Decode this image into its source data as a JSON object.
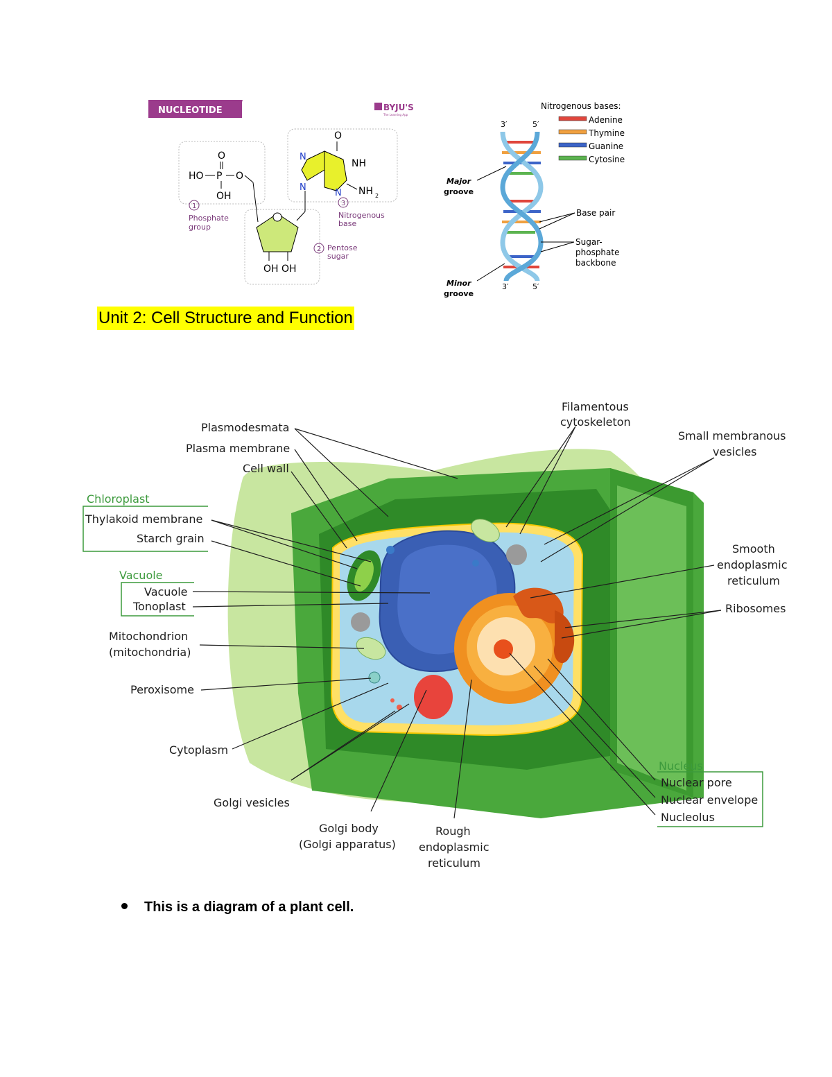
{
  "nucleotide": {
    "banner": "NUCLEOTIDE",
    "brand": "BYJU'S",
    "brand_tagline": "The Learning App",
    "phosphate_formula": {
      "o_top": "O",
      "ho": "HO",
      "p": "P",
      "o_right": "O",
      "oh": "OH"
    },
    "base_atoms": {
      "o": "O",
      "n1": "N",
      "nh": "NH",
      "n2": "N",
      "n3": "N",
      "nh2": "NH",
      "sub2": "2"
    },
    "sugar_oh": "OH  OH",
    "parts": [
      {
        "num": "1",
        "label_line1": "Phosphate",
        "label_line2": "group"
      },
      {
        "num": "2",
        "label_line1": "Pentose",
        "label_line2": "sugar"
      },
      {
        "num": "3",
        "label_line1": "Nitrogenous",
        "label_line2": "base"
      }
    ]
  },
  "dna": {
    "legend_title": "Nitrogenous bases:",
    "bases": [
      {
        "name": "Adenine",
        "color": "#e0463c"
      },
      {
        "name": "Thymine",
        "color": "#f0a040"
      },
      {
        "name": "Guanine",
        "color": "#3c64c8"
      },
      {
        "name": "Cytosine",
        "color": "#5cb450"
      }
    ],
    "end_top_left": "3′",
    "end_top_right": "5′",
    "end_bottom_left": "3′",
    "end_bottom_right": "5′",
    "major_groove_1": "Major",
    "major_groove_2": "groove",
    "minor_groove_1": "Minor",
    "minor_groove_2": "groove",
    "base_pair": "Base pair",
    "backbone_1": "Sugar-",
    "backbone_2": "phosphate",
    "backbone_3": "backbone"
  },
  "heading": "Unit 2: Cell Structure and Function",
  "cell": {
    "labels": {
      "plasmodesmata": "Plasmodesmata",
      "plasma_membrane": "Plasma membrane",
      "cell_wall": "Cell wall",
      "chloroplast_group": "Chloroplast",
      "thylakoid": "Thylakoid membrane",
      "starch": "Starch grain",
      "vacuole_group": "Vacuole",
      "vacuole": "Vacuole",
      "tonoplast": "Tonoplast",
      "mito_1": "Mitochondrion",
      "mito_2": "(mitochondria)",
      "peroxisome": "Peroxisome",
      "cytoplasm": "Cytoplasm",
      "golgi_vesicles": "Golgi vesicles",
      "golgi_body_1": "Golgi body",
      "golgi_body_2": "(Golgi apparatus)",
      "rough_er_1": "Rough",
      "rough_er_2": "endoplasmic",
      "rough_er_3": "reticulum",
      "filamentous_1": "Filamentous",
      "filamentous_2": "cytoskeleton",
      "small_vesicles_1": "Small membranous",
      "small_vesicles_2": "vesicles",
      "smooth_er_1": "Smooth",
      "smooth_er_2": "endoplasmic",
      "smooth_er_3": "reticulum",
      "ribosomes": "Ribosomes",
      "nucleus_group": "Nucleus",
      "nuclear_pore": "Nuclear pore",
      "nuclear_envelope": "Nuclear envelope",
      "nucleolus": "Nucleolus"
    }
  },
  "bullet": "This is a diagram of a plant cell."
}
